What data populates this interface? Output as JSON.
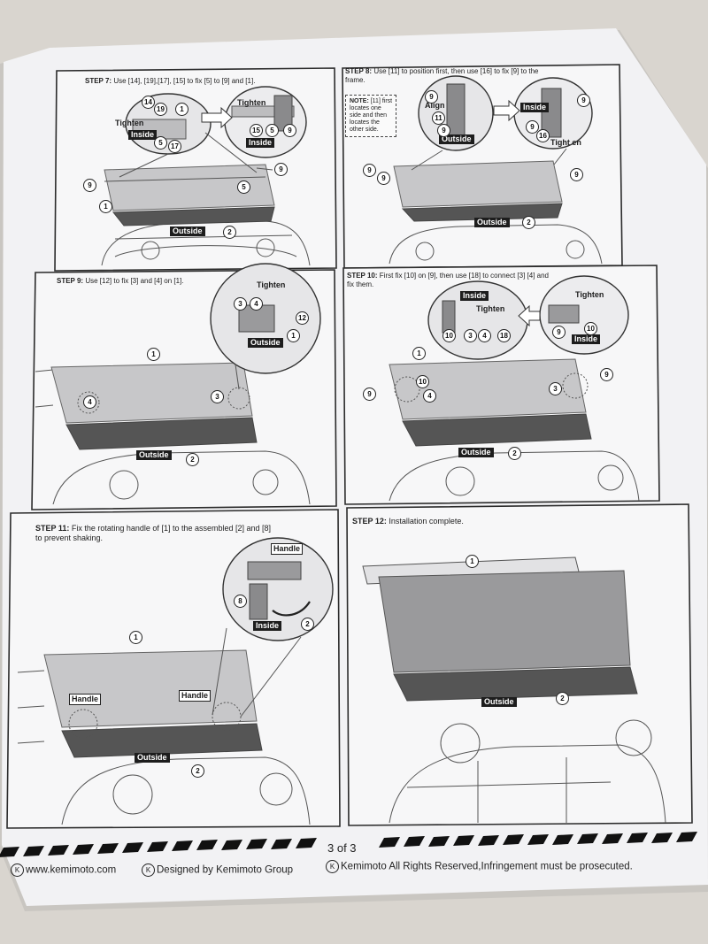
{
  "steps": {
    "step7": {
      "heading": "STEP 7:",
      "text": "Use [14], [19],[17], [15] to fix [5] to [9] and [1].",
      "labels": {
        "tighten_a": "Tighten",
        "inside_a": "Inside",
        "tighten_b": "Tighten",
        "inside_b": "Inside",
        "outside": "Outside"
      },
      "callouts": [
        "14",
        "19",
        "1",
        "5",
        "17",
        "15",
        "5",
        "9",
        "9",
        "9",
        "5",
        "1",
        "2"
      ]
    },
    "step8": {
      "heading": "STEP 8:",
      "text_line1": "Use [11] to position first, then use [16] to fix [9] to the",
      "text_line2": "frame.",
      "note": {
        "title": "NOTE:",
        "line1": "[11] first",
        "line2": "locates one",
        "line3": "side and then",
        "line4": "locates the",
        "line5": "other side."
      },
      "labels": {
        "align": "Align",
        "outside_a": "Outside",
        "inside": "Inside",
        "tighten": "Tight en",
        "outside": "Outside"
      },
      "callouts": [
        "9",
        "11",
        "9",
        "9",
        "16",
        "9",
        "9",
        "9",
        "9",
        "2"
      ]
    },
    "step9": {
      "heading": "STEP 9:",
      "text": "Use [12] to fix [3] and [4] on [1].",
      "labels": {
        "tighten": "Tighten",
        "outside_a": "Outside",
        "outside": "Outside"
      },
      "callouts": [
        "3",
        "4",
        "12",
        "1",
        "1",
        "4",
        "3",
        "2"
      ]
    },
    "step10": {
      "heading": "STEP 10:",
      "text_line1": "First fix [10] on [9], then use [18] to connect [3] [4] and",
      "text_line2": "fix them.",
      "labels": {
        "inside_a": "Inside",
        "tighten_a": "Tighten",
        "tighten_b": "Tighten",
        "inside_b": "Inside",
        "outside": "Outside"
      },
      "callouts": [
        "10",
        "3",
        "4",
        "18",
        "9",
        "10",
        "1",
        "9",
        "10",
        "4",
        "3",
        "9",
        "2"
      ]
    },
    "step11": {
      "heading": "STEP 11:",
      "text_line1": "Fix the rotating handle of [1] to the assembled [2] and [8]",
      "text_line2": "to prevent shaking.",
      "labels": {
        "handle_a": "Handle",
        "inside": "Inside",
        "handle_b": "Handle",
        "handle_c": "Handle",
        "outside": "Outside"
      },
      "callouts": [
        "8",
        "2",
        "1",
        "2"
      ]
    },
    "step12": {
      "heading": "STEP 12:",
      "text": "Installation complete.",
      "labels": {
        "outside": "Outside"
      },
      "callouts": [
        "1",
        "2"
      ]
    }
  },
  "footer": {
    "page": "3 of 3",
    "k_glyph": "K",
    "website": "www.kemimoto.com",
    "designed": "Designed by Kemimoto Group",
    "rights": "Kemimoto All Rights Reserved,Infringement must be prosecuted."
  },
  "colors": {
    "ink": "#1d1d1d",
    "paper": "#f2f2f4",
    "background": "#d9d5cf"
  }
}
